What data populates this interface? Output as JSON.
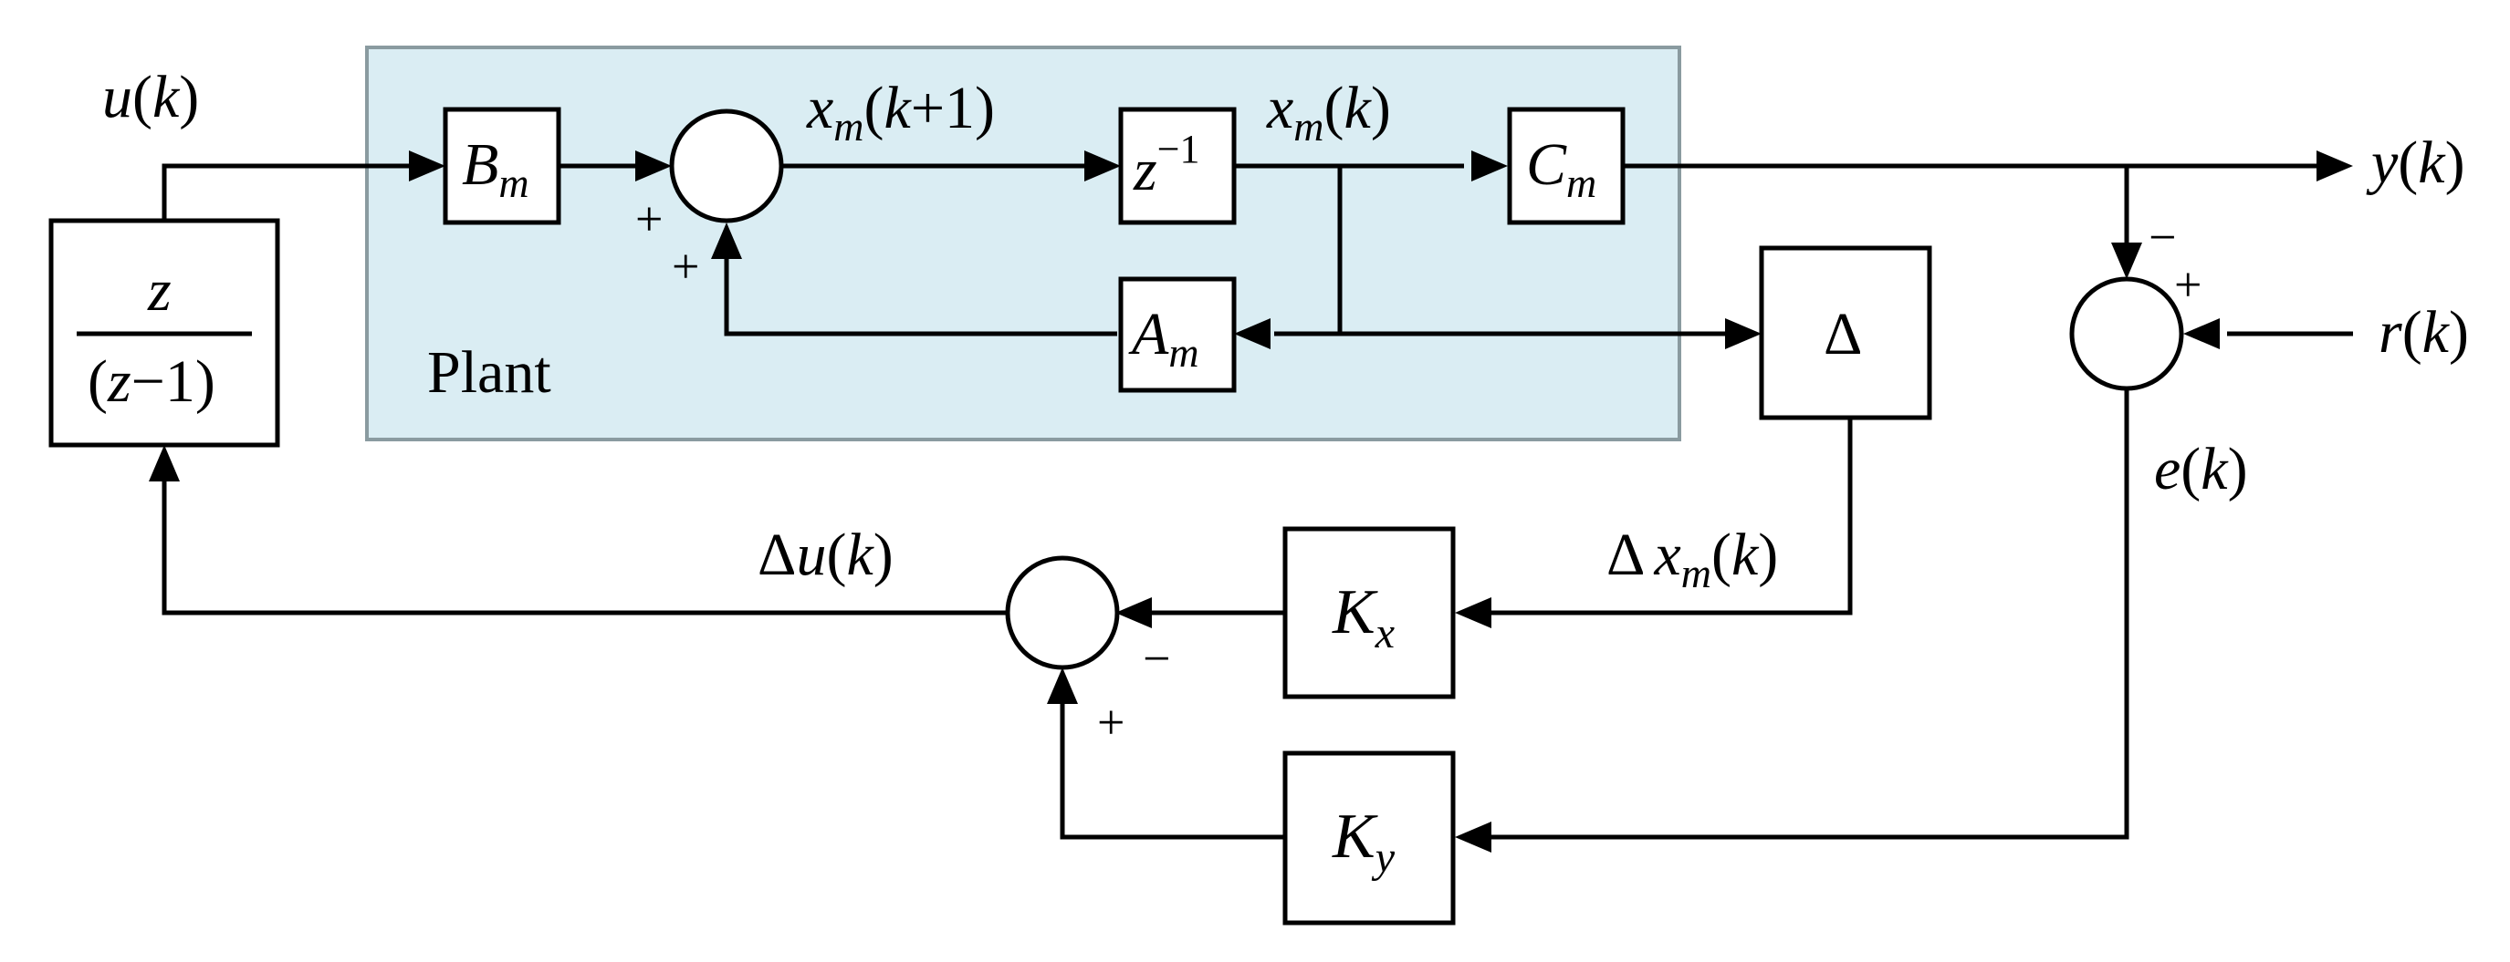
{
  "colors": {
    "plant_fill": "#daedf3",
    "plant_border": "#8a9ba0",
    "line": "#000000"
  },
  "plant": {
    "label": "Plant"
  },
  "blocks": {
    "Bm": {
      "main": "B",
      "sub": "m"
    },
    "zinv": {
      "main": "z",
      "sup": "−1"
    },
    "Cm": {
      "main": "C",
      "sub": "m"
    },
    "Am": {
      "main": "A",
      "sub": "m"
    },
    "integ": {
      "num": "z",
      "den_open": "(",
      "den_var": "z",
      "den_rest": "−1)"
    },
    "delta": {
      "main": "Δ"
    },
    "Kx": {
      "main": "K",
      "sub": "x"
    },
    "Ky": {
      "main": "K",
      "sub": "y"
    }
  },
  "signals": {
    "u": {
      "var": "u",
      "arg": "(",
      "k": "k",
      "close": ")"
    },
    "xm1": {
      "var": "x",
      "sub": "m",
      "open": "(",
      "k": "k",
      "rest": "+1)"
    },
    "xm": {
      "var": "x",
      "sub": "m",
      "open": "(",
      "k": "k",
      "close": ")"
    },
    "y": {
      "var": "y",
      "open": "(",
      "k": "k",
      "close": ")"
    },
    "r": {
      "var": "r",
      "open": "(",
      "k": "k",
      "close": ")"
    },
    "e": {
      "var": "e",
      "open": "(",
      "k": "k",
      "close": ")"
    },
    "du": {
      "delta": "Δ",
      "var": "u",
      "open": "(",
      "k": "k",
      "close": ")"
    },
    "dxm": {
      "delta": "Δ",
      "var": "x",
      "sub": "m",
      "open": "(",
      "k": "k",
      "close": ")"
    }
  },
  "signs": {
    "sum1_left": "+",
    "sum1_bottom": "+",
    "sum2_top": "−",
    "sum2_right": "+",
    "sum3_right": "−",
    "sum3_bottom": "+"
  }
}
